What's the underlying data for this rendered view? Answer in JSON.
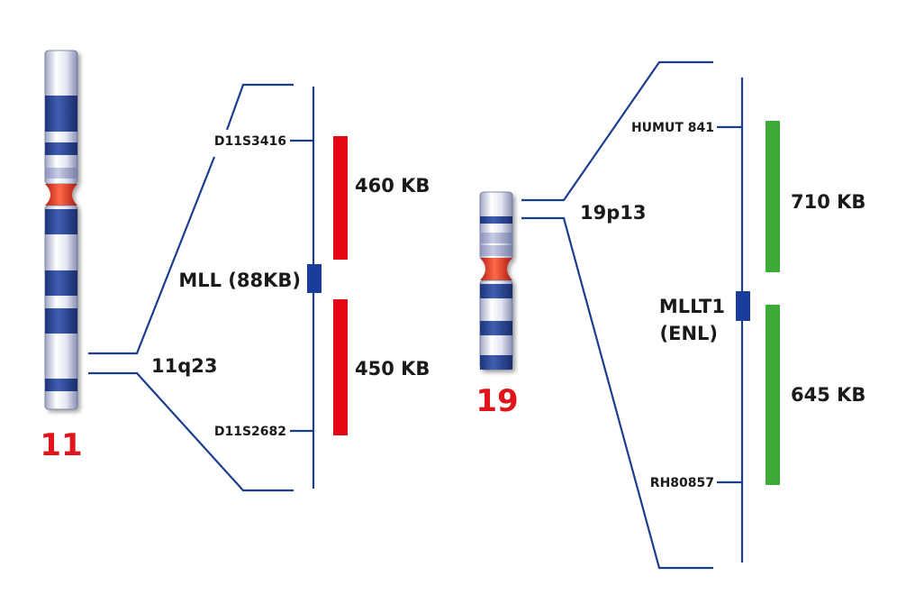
{
  "colors": {
    "line": "#1c3d8e",
    "band_dark": "#26418f",
    "centromere": "#e8321e",
    "bar_red": "#e30613",
    "bar_green": "#3bab36",
    "gene_box": "#1a3d9b",
    "chrom_number": "#e0141b"
  },
  "left": {
    "chromosome_number": "11",
    "band": "11q23",
    "marker_top": "D11S3416",
    "marker_bottom": "D11S2682",
    "gene": "MLL (88KB)",
    "segment_top": "460 KB",
    "segment_bottom": "450 KB"
  },
  "right": {
    "chromosome_number": "19",
    "band": "19p13",
    "marker_top": "HUMUT 841",
    "marker_bottom": "RH80857",
    "gene_line1": "MLLT1",
    "gene_line2": "(ENL)",
    "segment_top": "710 KB",
    "segment_bottom": "645 KB"
  }
}
